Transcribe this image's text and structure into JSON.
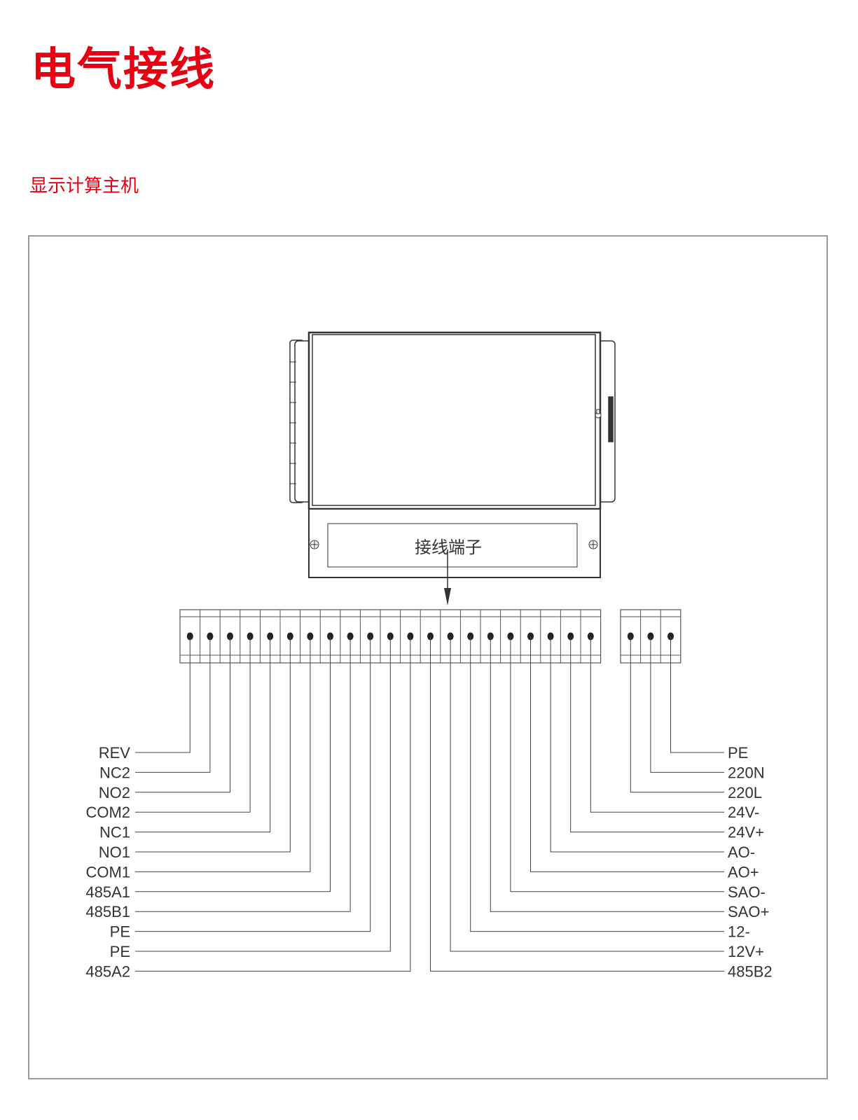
{
  "title": "电气接线",
  "subtitle": "显示计算主机",
  "device": {
    "terminal_cover_label": "接线端子"
  },
  "terminals": {
    "main_block_count": 21,
    "aux_block_count": 3
  },
  "left_labels": [
    "REV",
    "NC2",
    "NO2",
    "COM2",
    "NC1",
    "NO1",
    "COM1",
    "485A1",
    "485B1",
    "PE",
    "PE",
    "485A2"
  ],
  "right_labels": [
    "PE",
    "220N",
    "220L",
    "24V-",
    "24V+",
    "AO-",
    "AO+",
    "SAO-",
    "SAO+",
    "12-",
    "12V+",
    "485B2"
  ],
  "colors": {
    "accent": "#e60012",
    "line": "#444444",
    "frame": "#999999"
  }
}
